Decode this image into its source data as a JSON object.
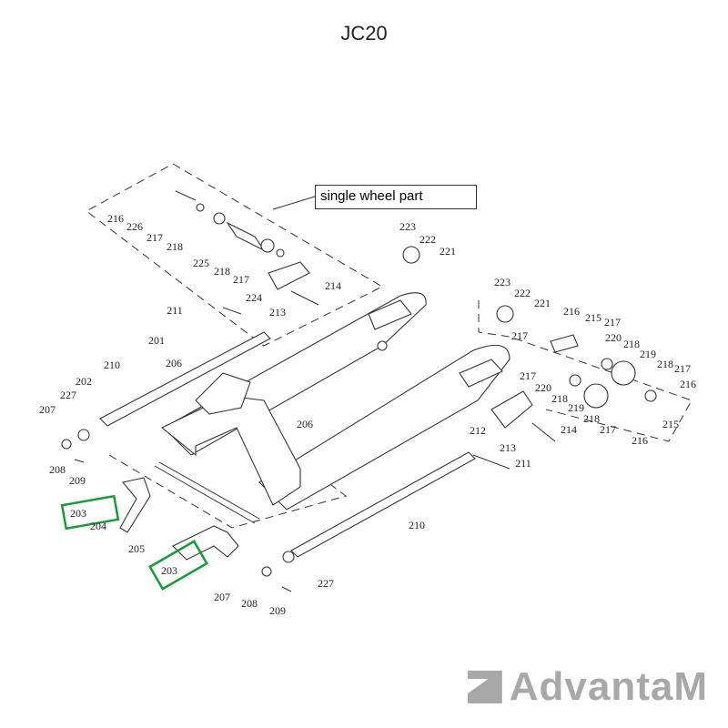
{
  "title": "JC20",
  "callout": "single wheel part",
  "logo": "AdvantaM",
  "colors": {
    "highlight": "#1a9a3a",
    "line": "#333333",
    "logo": "#a8a8a8"
  },
  "labels": [
    "216",
    "226",
    "217",
    "218",
    "225",
    "218",
    "217",
    "224",
    "213",
    "214",
    "223",
    "222",
    "221",
    "223",
    "222",
    "221",
    "216",
    "215",
    "217",
    "217",
    "220",
    "218",
    "219",
    "218",
    "217",
    "216",
    "217",
    "220",
    "218",
    "219",
    "218",
    "217",
    "216",
    "215",
    "212",
    "213",
    "214",
    "211",
    "211",
    "201",
    "210",
    "206",
    "202",
    "227",
    "207",
    "206",
    "208",
    "209",
    "203",
    "204",
    "205",
    "203",
    "207",
    "208",
    "209",
    "227",
    "210"
  ],
  "highlighted_part": "203"
}
